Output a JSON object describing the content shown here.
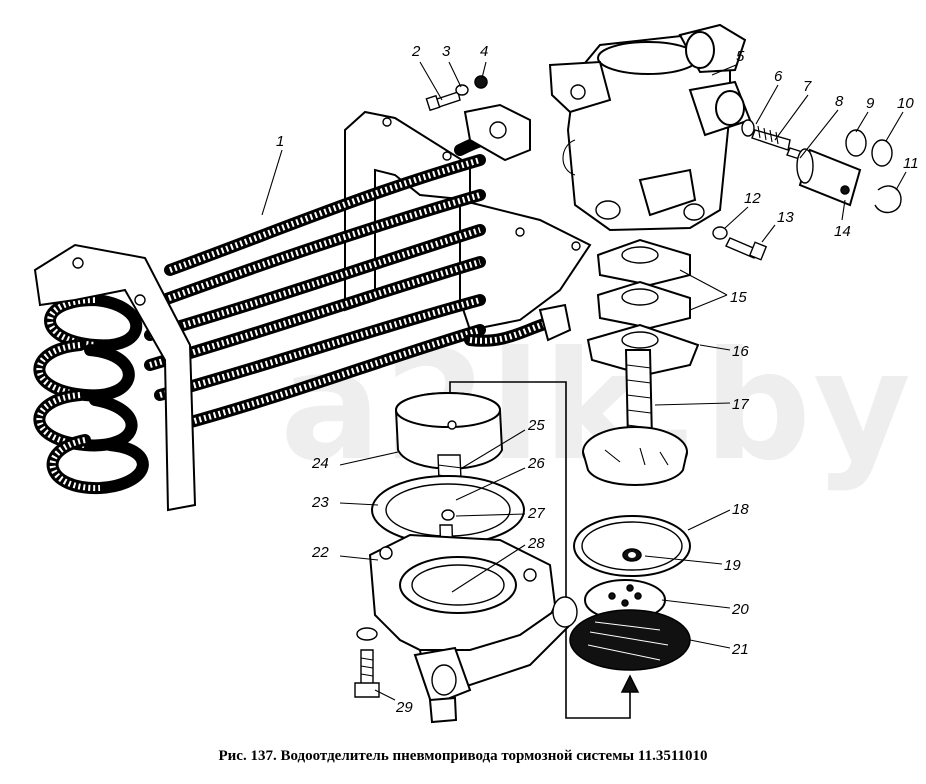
{
  "caption": "Рис. 137. Водоотделитель пневмопривода тормозной системы 11.3511010",
  "watermark": "a2lk.by",
  "callouts": [
    "1",
    "2",
    "3",
    "4",
    "5",
    "6",
    "7",
    "8",
    "9",
    "10",
    "11",
    "12",
    "13",
    "14",
    "15",
    "16",
    "17",
    "18",
    "19",
    "20",
    "21",
    "22",
    "23",
    "24",
    "25",
    "26",
    "27",
    "28",
    "29"
  ],
  "components": [
    "cooling-coil",
    "valve-body",
    "filter-cup",
    "valve-housing",
    "diaphragm-assembly"
  ]
}
